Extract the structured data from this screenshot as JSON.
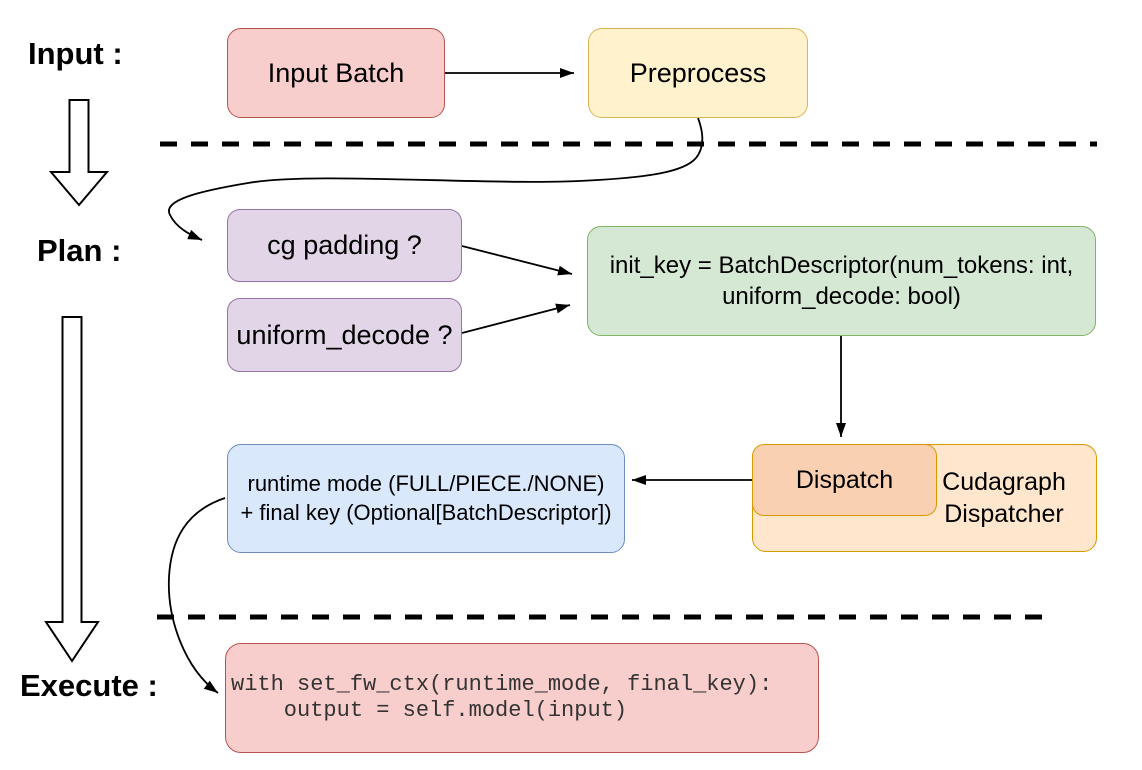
{
  "section_labels": {
    "input": "Input :",
    "plan": "Plan :",
    "execute": "Execute :"
  },
  "nodes": {
    "input_batch": {
      "label": "Input Batch",
      "fill": "#f8cecc",
      "stroke": "#b85450"
    },
    "preprocess": {
      "label": "Preprocess",
      "fill": "#fff2cc",
      "stroke": "#d6b656"
    },
    "cg_padding": {
      "label": "cg padding ?",
      "fill": "#e1d5e7",
      "stroke": "#9673a6"
    },
    "uniform_decode": {
      "label": "uniform_decode ?",
      "fill": "#e1d5e7",
      "stroke": "#9673a6"
    },
    "init_key": {
      "line1": "init_key = BatchDescriptor(num_tokens: int,",
      "line2": "uniform_decode: bool)",
      "fill": "#d5e8d4",
      "stroke": "#82b366"
    },
    "runtime_mode": {
      "line1": "runtime mode (FULL/PIECE./NONE)",
      "line2": "+ final key (Optional[BatchDescriptor])",
      "fill": "#dae8fc",
      "stroke": "#6c8ebf"
    },
    "dispatch": {
      "label": "Dispatch",
      "fill": "#fad0b2",
      "stroke": "#d79b00"
    },
    "cudagraph_dispatcher": {
      "line1": "Cudagraph",
      "line2": "Dispatcher",
      "fill": "#ffe6cc",
      "stroke": "#d79b00"
    },
    "execute_code": {
      "line1": "with set_fw_ctx(runtime_mode, final_key):",
      "line2": "    output = self.model(input)",
      "fill": "#f8cecc",
      "stroke": "#b85450"
    }
  },
  "edges": [
    {
      "from": "input_batch",
      "to": "preprocess",
      "type": "arrow"
    },
    {
      "from": "preprocess",
      "to": "cg_padding",
      "type": "curved-arrow"
    },
    {
      "from": "cg_padding",
      "to": "init_key",
      "type": "arrow"
    },
    {
      "from": "uniform_decode",
      "to": "init_key",
      "type": "arrow"
    },
    {
      "from": "init_key",
      "to": "dispatch",
      "type": "arrow"
    },
    {
      "from": "dispatch",
      "to": "runtime_mode",
      "type": "arrow"
    },
    {
      "from": "runtime_mode",
      "to": "execute_code",
      "type": "curved-arrow"
    },
    {
      "from": "input-section",
      "to": "plan-section",
      "type": "hollow-arrow"
    },
    {
      "from": "plan-section",
      "to": "execute-section",
      "type": "hollow-arrow"
    }
  ],
  "separators": {
    "style": "dashed",
    "color": "#000000"
  }
}
